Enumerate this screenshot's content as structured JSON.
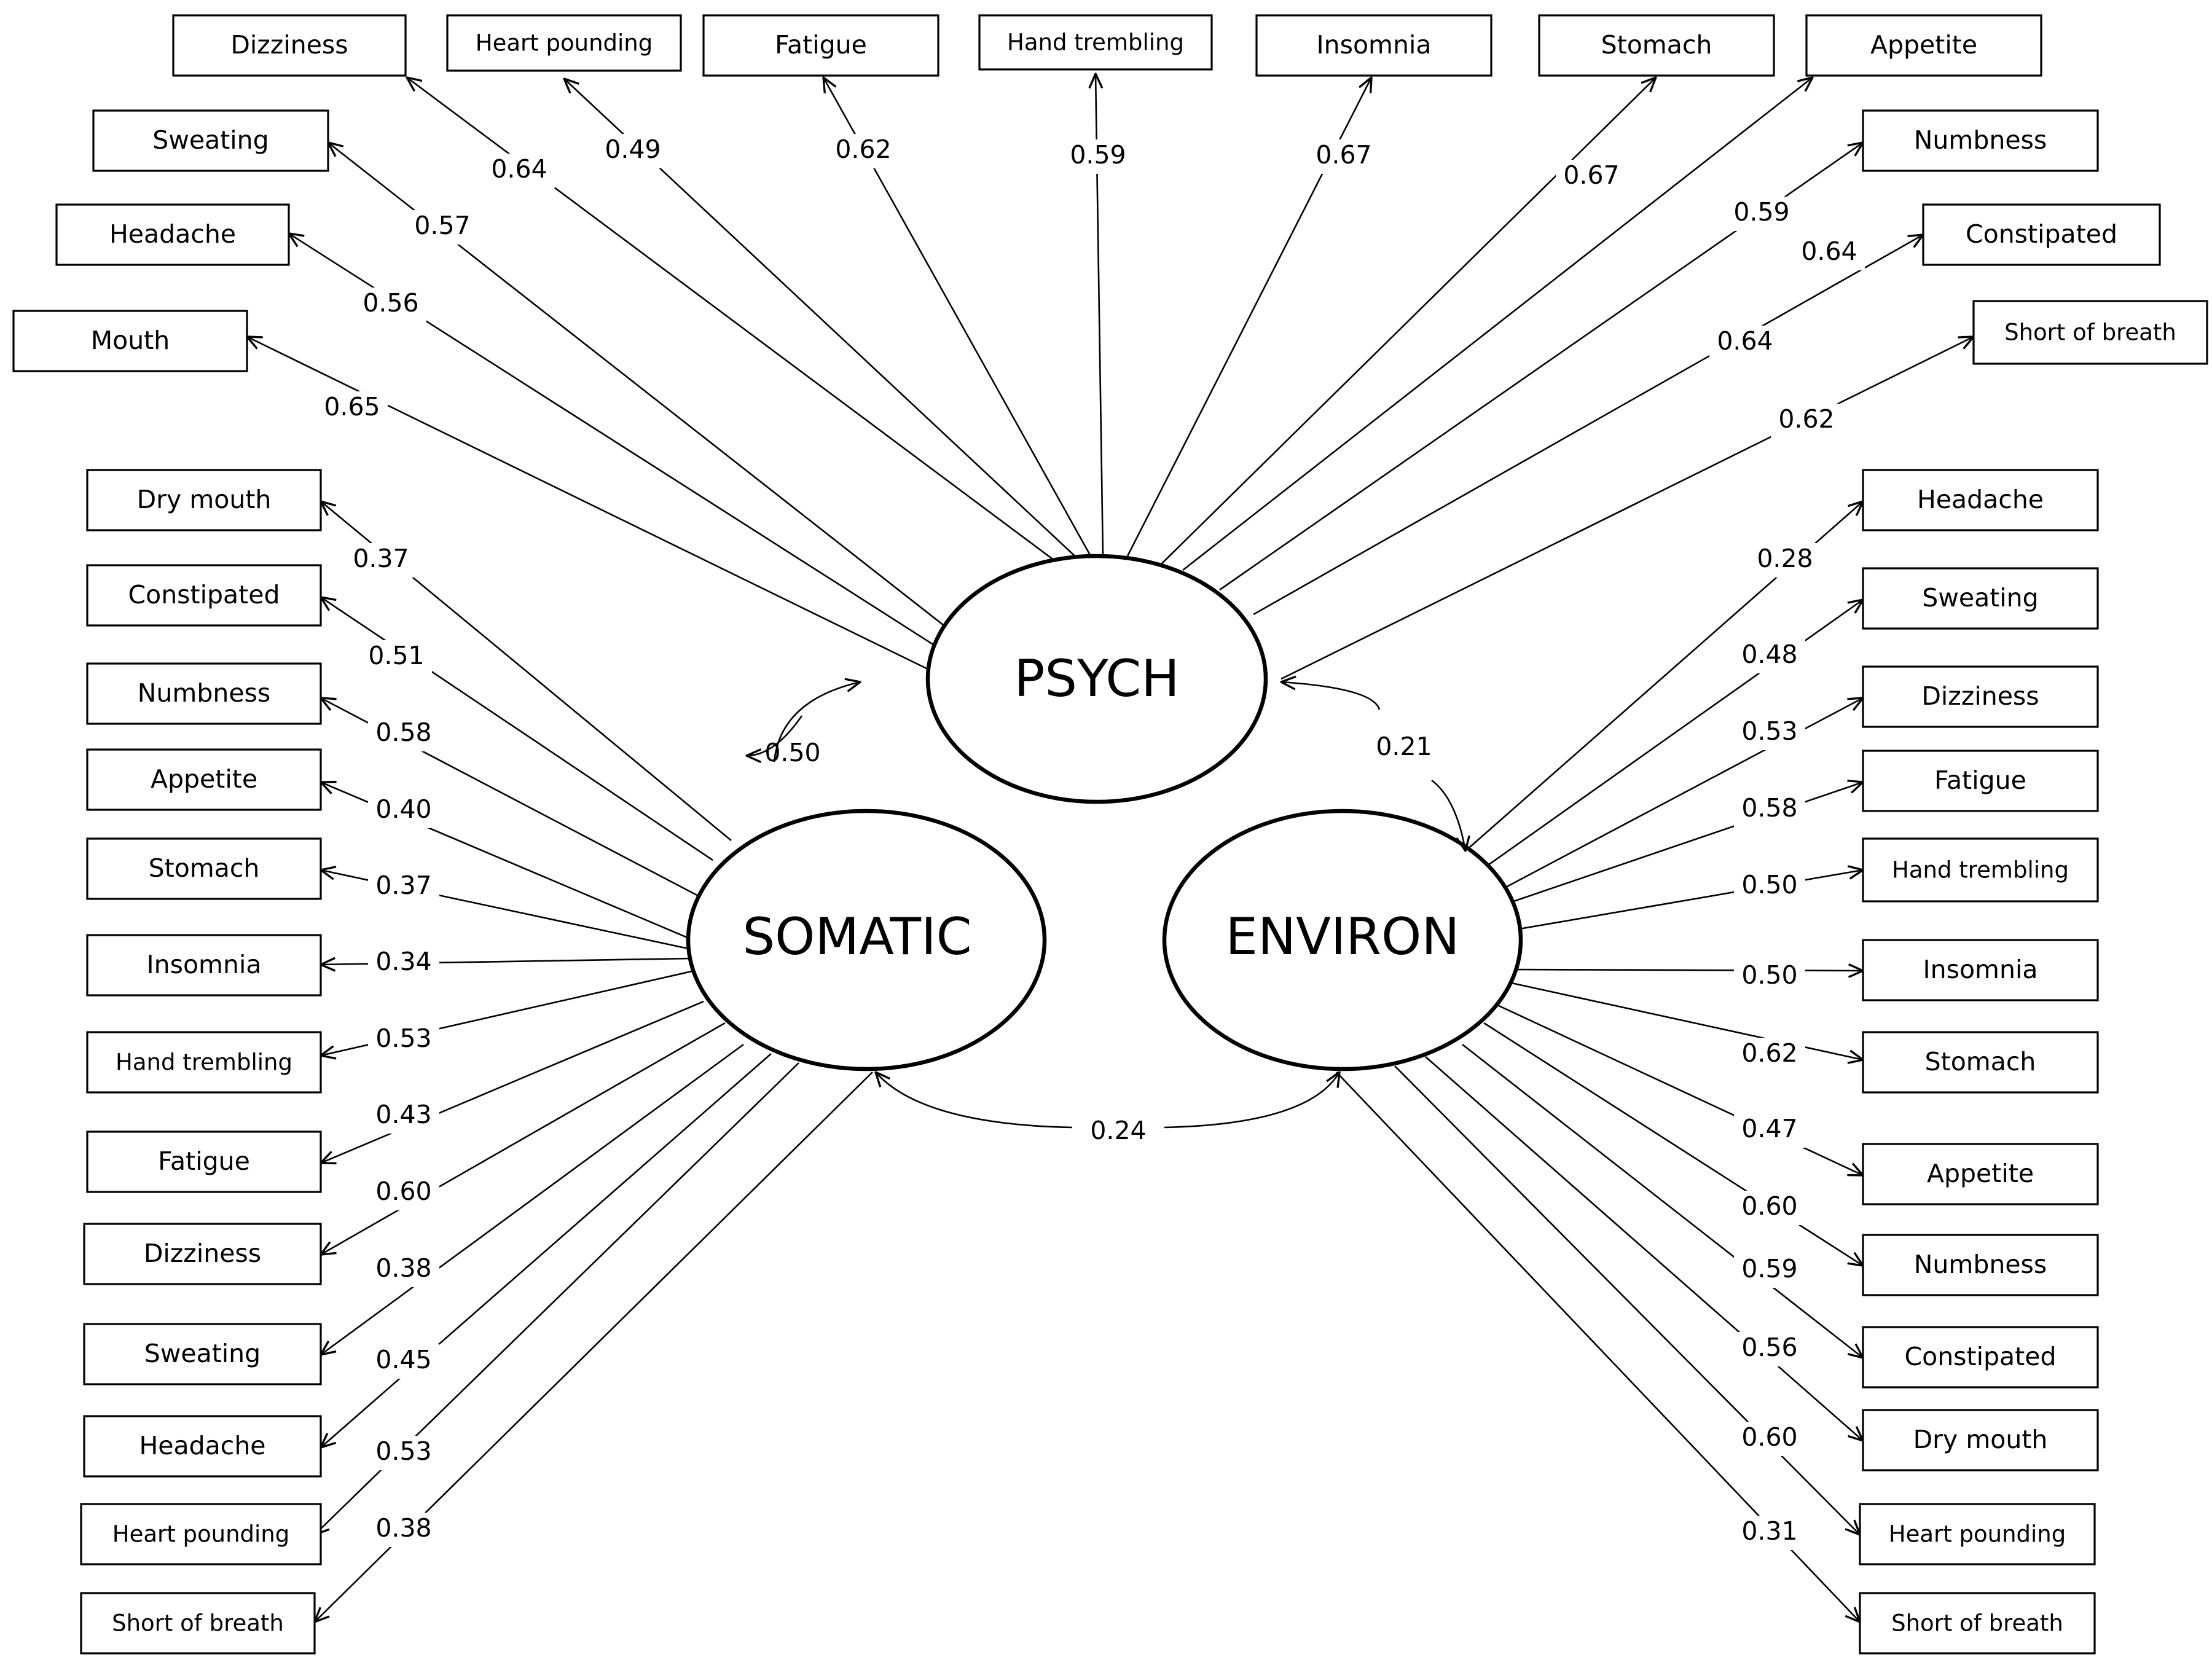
{
  "latents": {
    "psych": "PSYCH",
    "somatic": "SOMATIC",
    "environ": "ENVIRON"
  },
  "covariances": {
    "psych_somatic": "0.50",
    "psych_environ": "0.21",
    "somatic_environ": "0.24"
  },
  "psych_items": [
    {
      "label": "Mouth",
      "coef": "0.65"
    },
    {
      "label": "Headache",
      "coef": "0.56"
    },
    {
      "label": "Sweating",
      "coef": "0.57"
    },
    {
      "label": "Dizziness",
      "coef": "0.64"
    },
    {
      "label": "Heart pounding",
      "coef": "0.49"
    },
    {
      "label": "Fatigue",
      "coef": "0.62"
    },
    {
      "label": "Hand trembling",
      "coef": "0.59"
    },
    {
      "label": "Insomnia",
      "coef": "0.67"
    },
    {
      "label": "Stomach",
      "coef": "0.67"
    },
    {
      "label": "Appetite",
      "coef": "0.59"
    },
    {
      "label": "Numbness",
      "coef": "0.64"
    },
    {
      "label": "Constipated",
      "coef": "0.64"
    },
    {
      "label": "Short of breath",
      "coef": "0.62"
    }
  ],
  "somatic_items": [
    {
      "label": "Dry mouth",
      "coef": "0.37"
    },
    {
      "label": "Constipated",
      "coef": "0.51"
    },
    {
      "label": "Numbness",
      "coef": "0.58"
    },
    {
      "label": "Appetite",
      "coef": "0.40"
    },
    {
      "label": "Stomach",
      "coef": "0.37"
    },
    {
      "label": "Insomnia",
      "coef": "0.34"
    },
    {
      "label": "Hand trembling",
      "coef": "0.53"
    },
    {
      "label": "Fatigue",
      "coef": "0.43"
    },
    {
      "label": "Dizziness",
      "coef": "0.60"
    },
    {
      "label": "Sweating",
      "coef": "0.38"
    },
    {
      "label": "Headache",
      "coef": "0.45"
    },
    {
      "label": "Heart pounding",
      "coef": "0.53"
    },
    {
      "label": "Short of breath",
      "coef": "0.38"
    }
  ],
  "environ_items": [
    {
      "label": "Headache",
      "coef": "0.28"
    },
    {
      "label": "Sweating",
      "coef": "0.48"
    },
    {
      "label": "Dizziness",
      "coef": "0.53"
    },
    {
      "label": "Fatigue",
      "coef": "0.58"
    },
    {
      "label": "Hand trembling",
      "coef": "0.50"
    },
    {
      "label": "Insomnia",
      "coef": "0.50"
    },
    {
      "label": "Stomach",
      "coef": "0.62"
    },
    {
      "label": "Appetite",
      "coef": "0.47"
    },
    {
      "label": "Numbness",
      "coef": "0.60"
    },
    {
      "label": "Constipated",
      "coef": "0.59"
    },
    {
      "label": "Dry mouth",
      "coef": "0.56"
    },
    {
      "label": "Heart pounding",
      "coef": "0.60"
    },
    {
      "label": "Short of breath",
      "coef": "0.31"
    }
  ]
}
